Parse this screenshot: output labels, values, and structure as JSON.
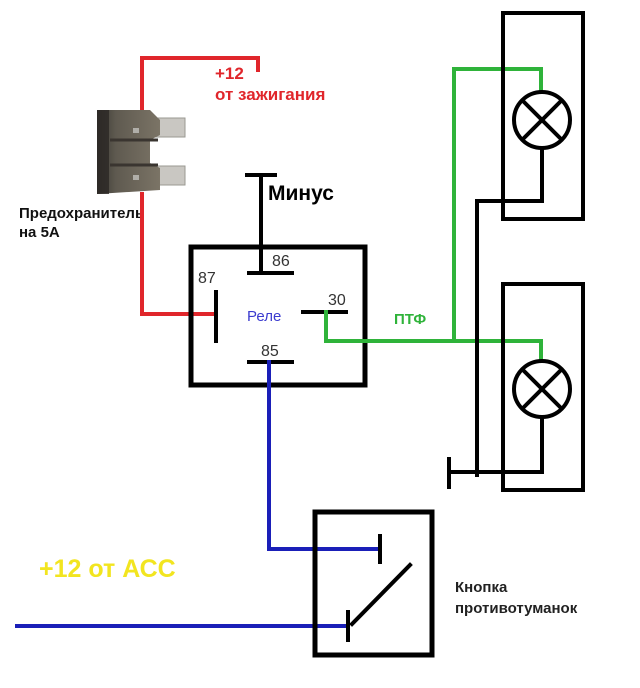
{
  "diagram": {
    "title": "Схема подключения ПТФ через реле",
    "colors": {
      "ignition_wire": "#e0262b",
      "fog_lamp_wire": "#2fb33a",
      "control_wire": "#1a1fb8",
      "ground_wire": "#000000",
      "acc_label": "#f2e51f",
      "relay_label": "#3b3bcf"
    },
    "labels": {
      "ignition_plus": "+12",
      "ignition_source": "от зажигания",
      "fuse_line1": "Предохранитель",
      "fuse_line2": "на 5А",
      "ground": "Минус",
      "relay": "Реле",
      "fog_lights": "ПТФ",
      "acc": "+12 от АСС",
      "button_line1": "Кнопка",
      "button_line2": "противотуманок"
    },
    "relay_pins": {
      "pin86": "86",
      "pin87": "87",
      "pin30": "30",
      "pin85": "85"
    },
    "components": [
      {
        "id": "fuse",
        "type": "fuse",
        "rating": "5А"
      },
      {
        "id": "relay",
        "type": "relay",
        "pins": [
          "86",
          "87",
          "30",
          "85"
        ]
      },
      {
        "id": "fog-lamp-top",
        "type": "lamp"
      },
      {
        "id": "fog-lamp-bottom",
        "type": "lamp"
      },
      {
        "id": "fog-button",
        "type": "switch"
      }
    ],
    "connections": [
      {
        "from": "+12 от зажигания",
        "to": "fuse",
        "color": "red"
      },
      {
        "from": "fuse",
        "to": "relay.87",
        "color": "red"
      },
      {
        "from": "relay.86",
        "to": "Минус",
        "color": "black"
      },
      {
        "from": "relay.30",
        "to": "fog-lamps",
        "color": "green"
      },
      {
        "from": "relay.85",
        "to": "fog-button",
        "color": "blue"
      },
      {
        "from": "+12 от АСС",
        "to": "fog-button",
        "color": "blue"
      },
      {
        "from": "fog-lamps",
        "to": "ground",
        "color": "black"
      }
    ]
  }
}
